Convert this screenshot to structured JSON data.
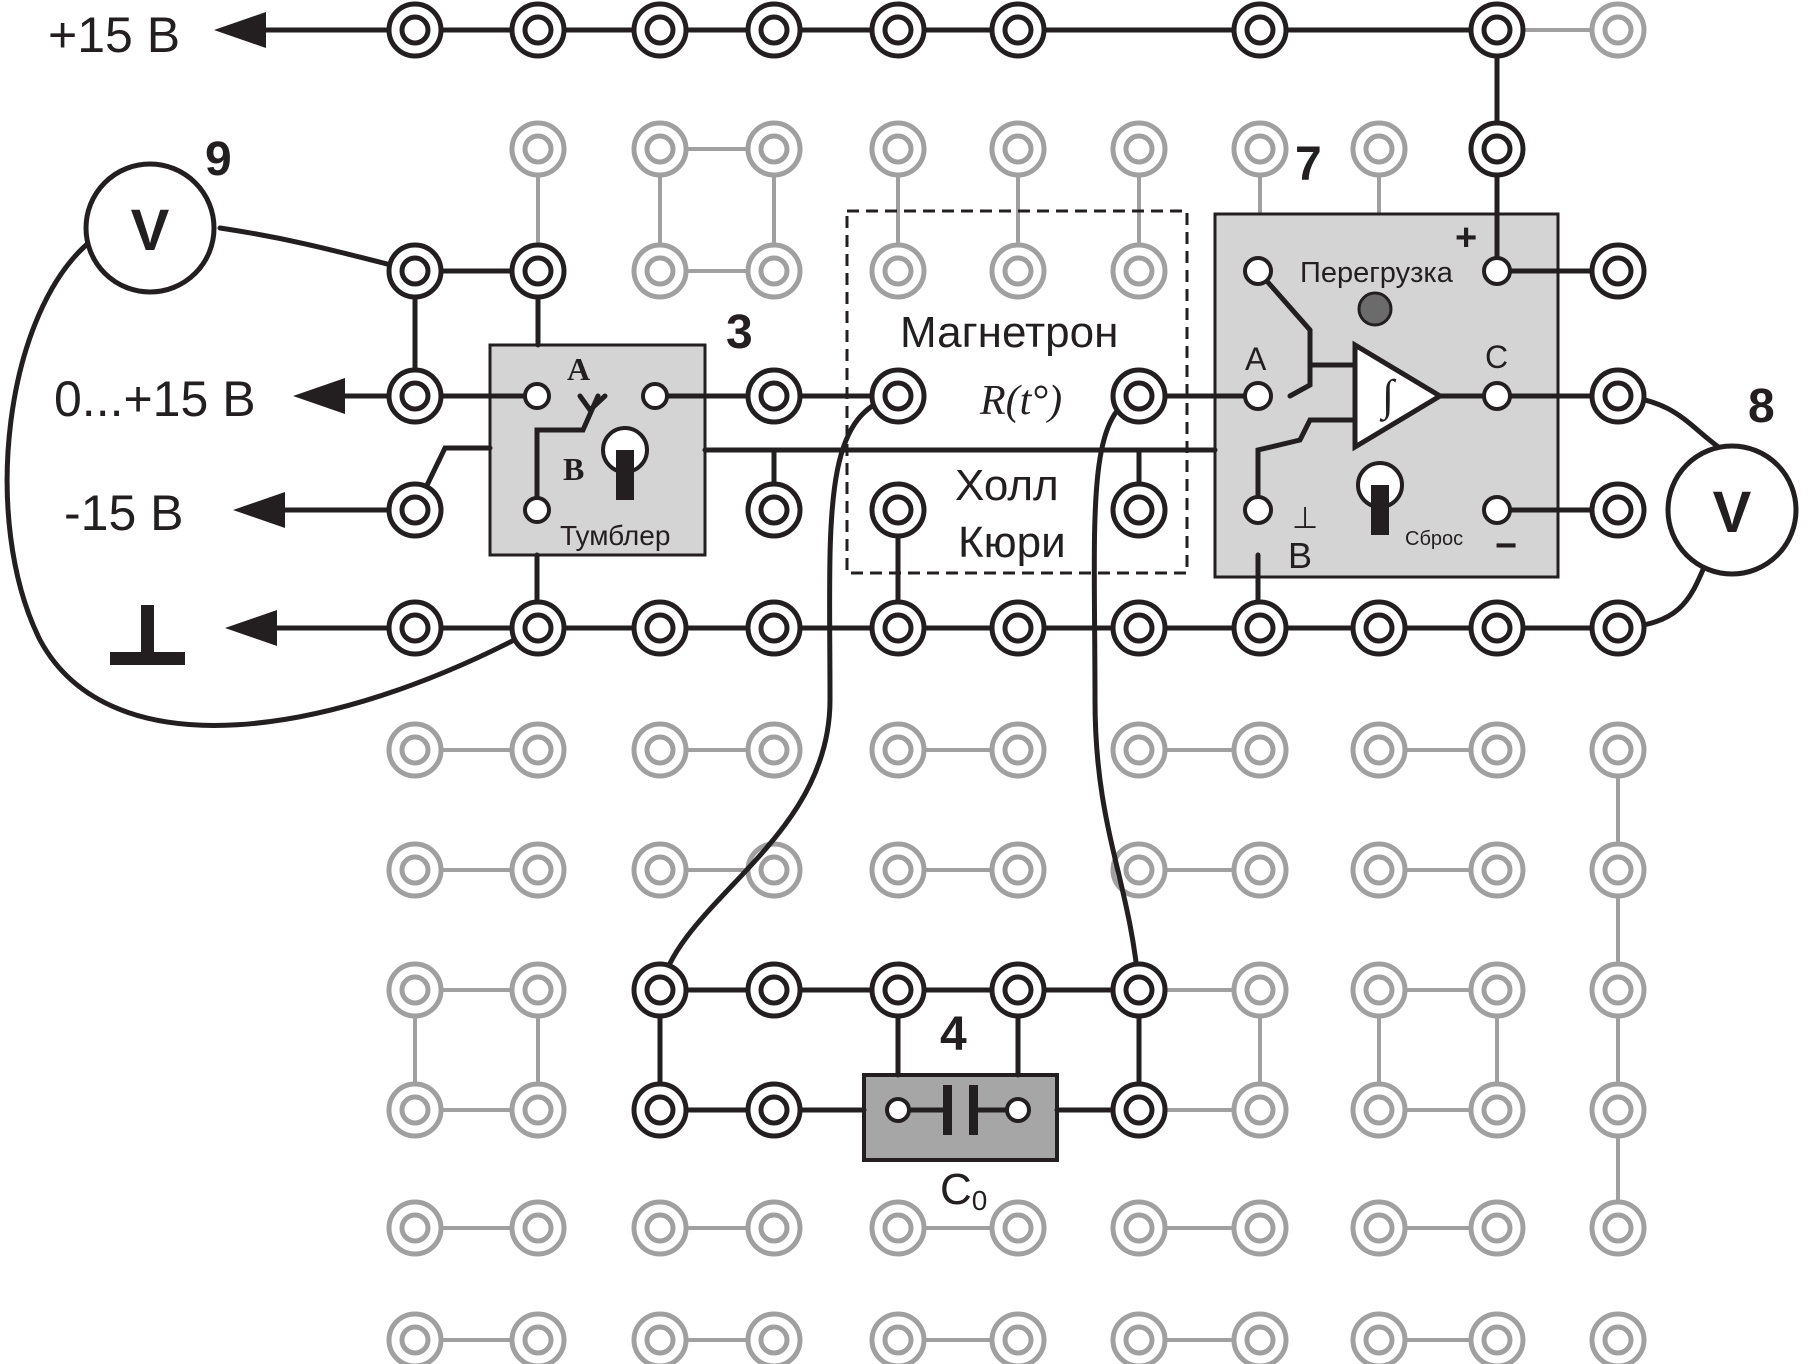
{
  "labels": {
    "supply_plus": "+15 В",
    "supply_adj": "0...+15 В",
    "supply_minus": "-15 В",
    "ground_symbol": "⊥",
    "voltmeter_9": "V",
    "voltmeter_8": "V",
    "num_9": "9",
    "num_3": "3",
    "num_7": "7",
    "num_8": "8",
    "num_4": "4",
    "toggle_a": "A",
    "toggle_b": "B",
    "toggle_name": "Тумблер",
    "magnetron": "Магнетрон",
    "r_of_t": "R(t°)",
    "hall": "Холл",
    "curie": "Кюри",
    "overload": "Перегрузка",
    "integ_a": "A",
    "integ_b": "B",
    "integ_c": "C",
    "integ_plus": "+",
    "integ_minus": "−",
    "integ_ground": "⊥",
    "reset": "Сброс",
    "integral_sign": "∫",
    "cap_label": "C",
    "cap_sub": "0"
  },
  "colors": {
    "ink": "#231f20",
    "faint": "#a0a0a0",
    "module_fill": "#d4d4d4",
    "led": "#6b6b6b"
  }
}
